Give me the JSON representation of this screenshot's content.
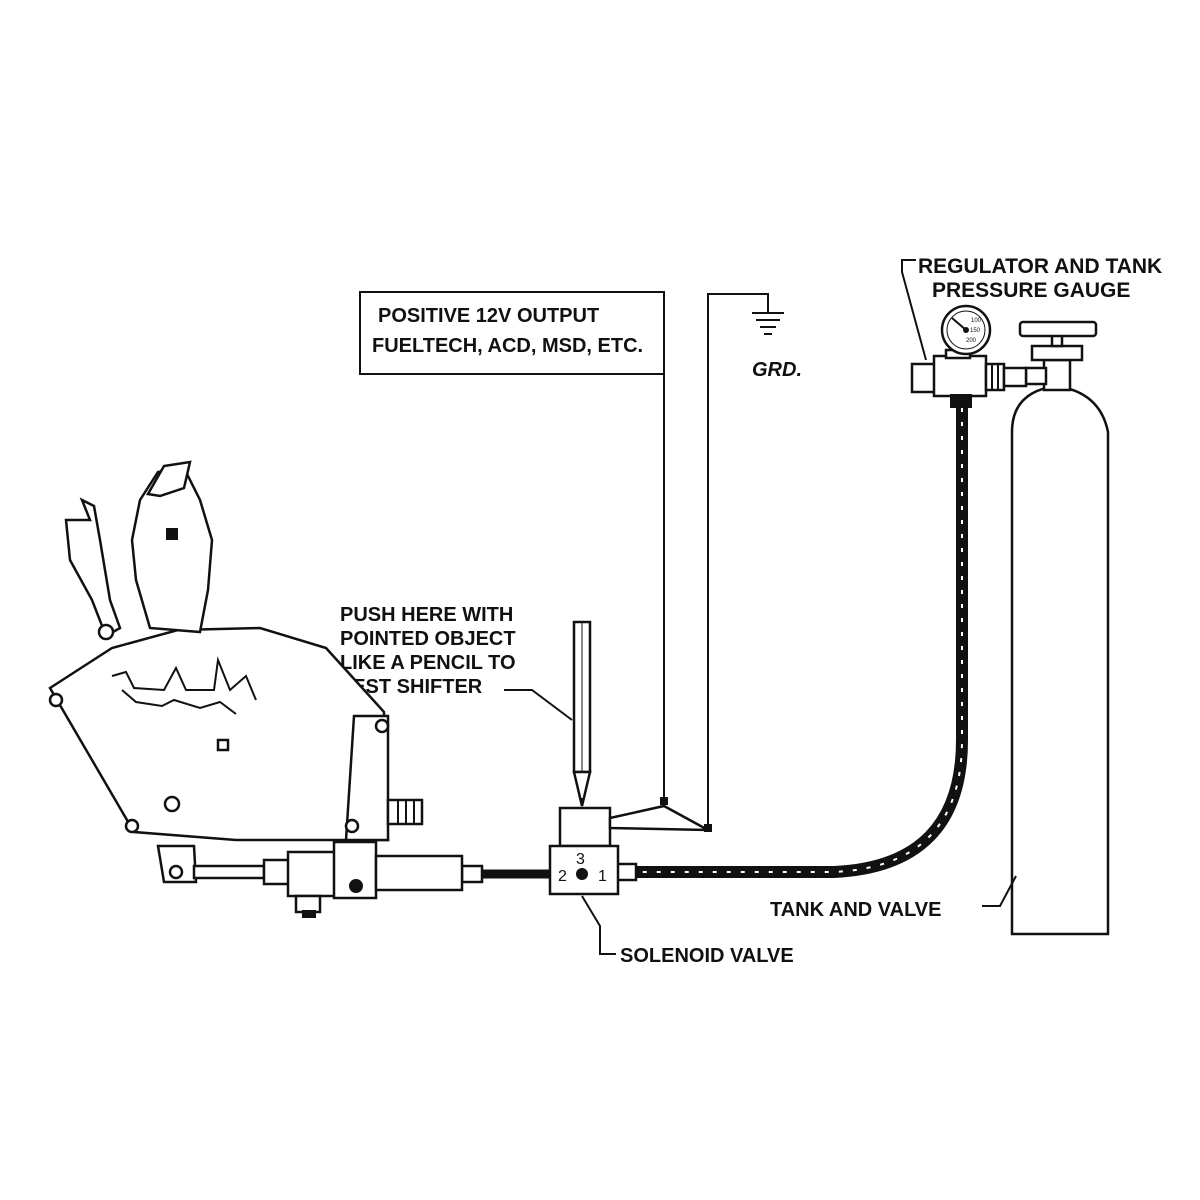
{
  "labels": {
    "output_line1": "POSITIVE 12V OUTPUT",
    "output_line2": "FUELTECH, ACD, MSD, ETC.",
    "ground": "GRD.",
    "regulator_line1": "REGULATOR AND TANK",
    "regulator_line2": "PRESSURE GAUGE",
    "push_line1": "PUSH HERE WITH",
    "push_line2": "POINTED OBJECT",
    "push_line3": " LIKE A PENCIL TO",
    "push_line4": "TEST SHIFTER",
    "tank": "TANK AND VALVE",
    "solenoid": "SOLENOID VALVE"
  },
  "ports": {
    "p1": "1",
    "p2": "2",
    "p3": "3"
  },
  "gauge": {
    "t1": "100",
    "t2": "150",
    "t3": "200"
  }
}
